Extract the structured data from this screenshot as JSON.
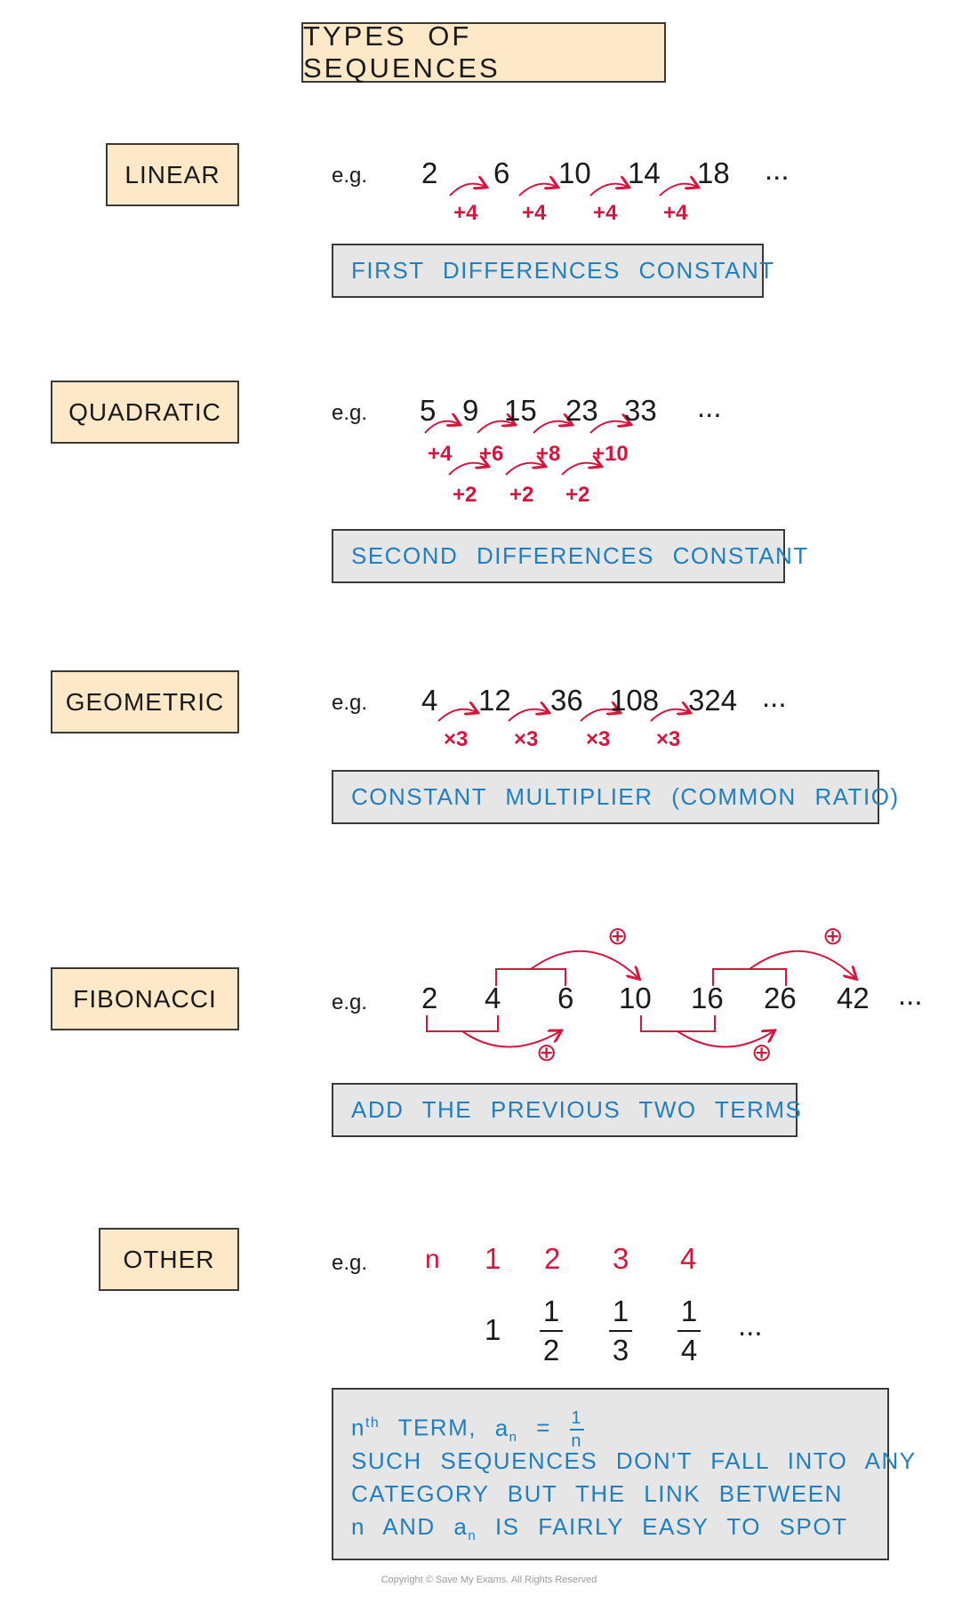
{
  "title": "TYPES OF SEQUENCES",
  "eg_label": "e.g.",
  "colors": {
    "accent_red": "#d4163c",
    "accent_blue": "#1f7fc2",
    "label_fill": "#fde8c8",
    "rule_fill": "#e6e6e6"
  },
  "linear": {
    "label": "LINEAR",
    "terms": [
      "2",
      "6",
      "10",
      "14",
      "18",
      "..."
    ],
    "differences": [
      "+4",
      "+4",
      "+4",
      "+4"
    ],
    "rule": "FIRST DIFFERENCES CONSTANT"
  },
  "quadratic": {
    "label": "QUADRATIC",
    "terms": [
      "5",
      "9",
      "15",
      "23",
      "33",
      "..."
    ],
    "first_differences": [
      "+4",
      "+6",
      "+8",
      "+10"
    ],
    "second_differences": [
      "+2",
      "+2",
      "+2"
    ],
    "rule": "SECOND DIFFERENCES CONSTANT"
  },
  "geometric": {
    "label": "GEOMETRIC",
    "terms": [
      "4",
      "12",
      "36",
      "108",
      "324",
      "..."
    ],
    "multipliers": [
      "×3",
      "×3",
      "×3",
      "×3"
    ],
    "rule": "CONSTANT MULTIPLIER (COMMON RATIO)"
  },
  "fibonacci": {
    "label": "FIBONACCI",
    "terms": [
      "2",
      "4",
      "6",
      "10",
      "16",
      "26",
      "42",
      "..."
    ],
    "plus_symbol": "⊕",
    "rule": "ADD THE PREVIOUS TWO TERMS"
  },
  "other": {
    "label": "OTHER",
    "index_label": "n",
    "indices": [
      "1",
      "2",
      "3",
      "4"
    ],
    "first_term": "1",
    "fractions": [
      {
        "num": "1",
        "den": "2"
      },
      {
        "num": "1",
        "den": "3"
      },
      {
        "num": "1",
        "den": "4"
      }
    ],
    "ellipsis": "...",
    "rule_term_prefix": "n",
    "rule_term_sup": "th",
    "rule_term_text": "TERM,",
    "rule_formula_lhs": "a",
    "rule_formula_sub": "n",
    "rule_formula_eq": "=",
    "rule_formula_num": "1",
    "rule_formula_den": "n",
    "rule_lines": [
      "SUCH SEQUENCES DON'T FALL INTO ANY",
      "CATEGORY BUT THE LINK BETWEEN"
    ],
    "rule_last_line_parts": [
      "n",
      "AND",
      "a",
      "n",
      "IS FAIRLY EASY TO SPOT"
    ]
  },
  "copyright": "Copyright © Save My Exams. All Rights Reserved"
}
